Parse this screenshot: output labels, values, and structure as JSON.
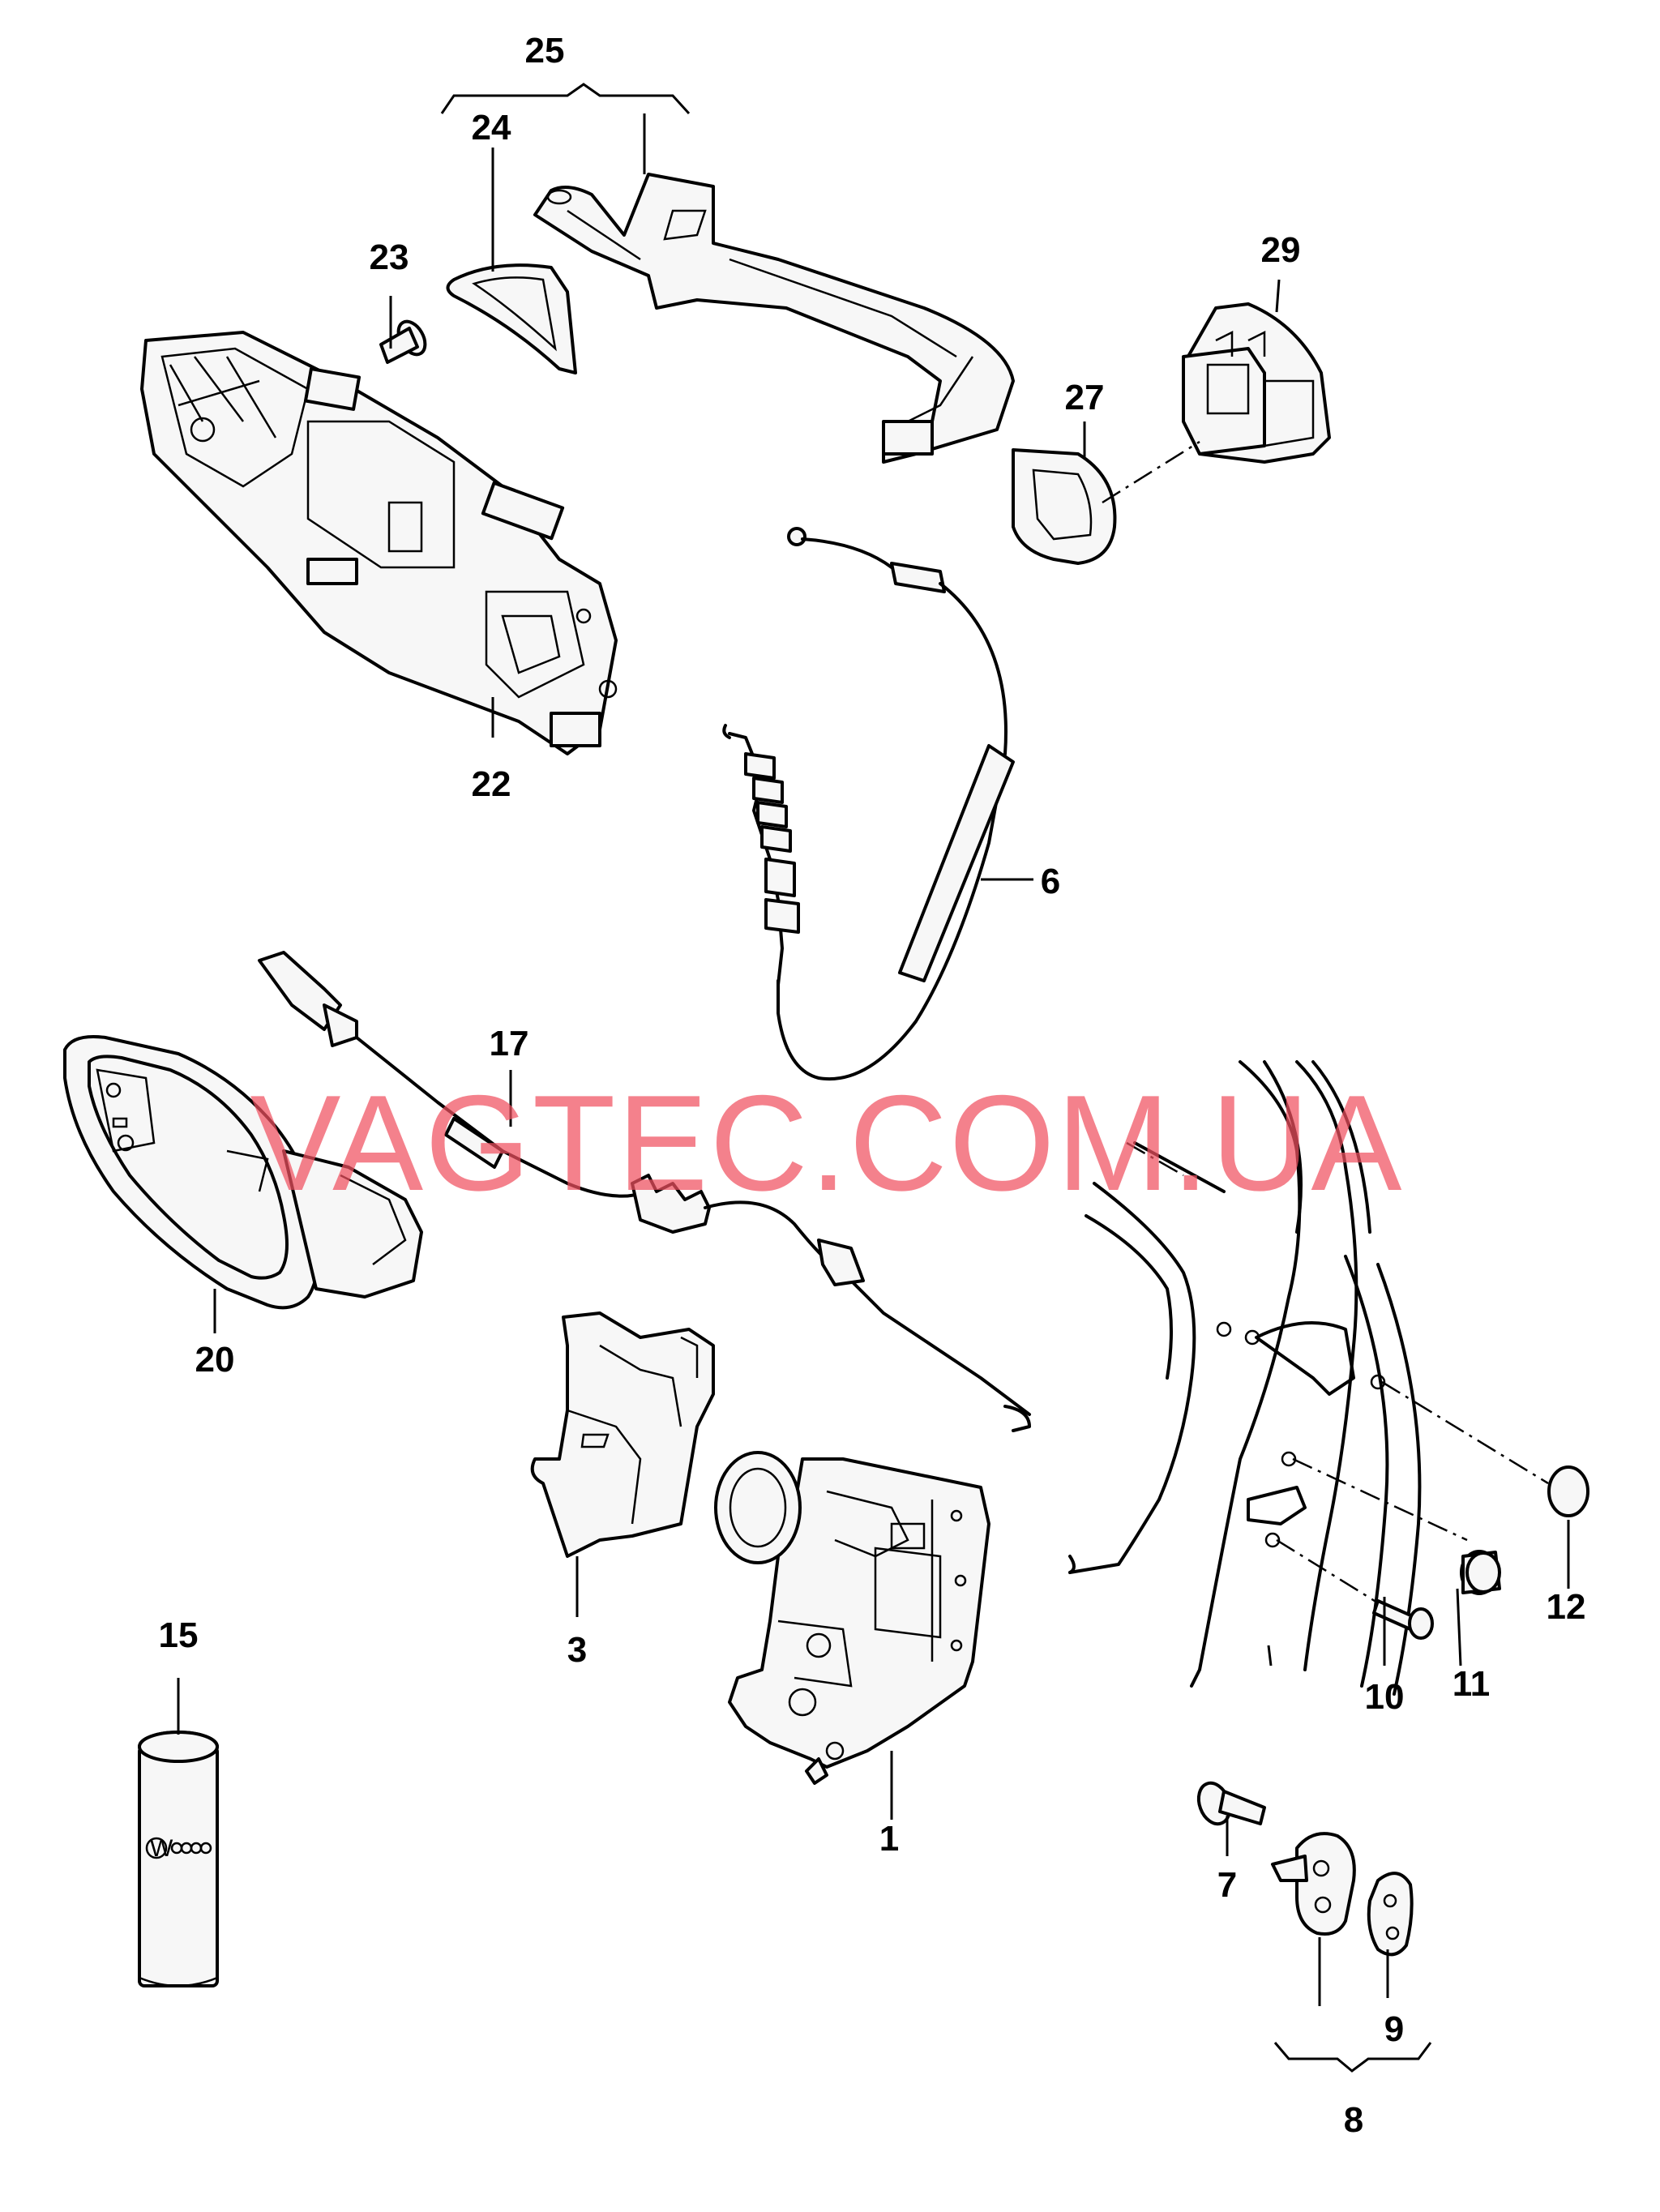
{
  "watermark": "VAGTEC.COM.UA",
  "callouts": {
    "c1": "1",
    "c3": "3",
    "c6": "6",
    "c7": "7",
    "c8": "8",
    "c9": "9",
    "c10": "10",
    "c11": "11",
    "c12": "12",
    "c15": "15",
    "c17": "17",
    "c20": "20",
    "c22": "22",
    "c23": "23",
    "c24": "24",
    "c25": "25",
    "c27": "27",
    "c29": "29"
  },
  "colors": {
    "watermark": "#f05060",
    "line": "#000000",
    "background": "#ffffff"
  }
}
